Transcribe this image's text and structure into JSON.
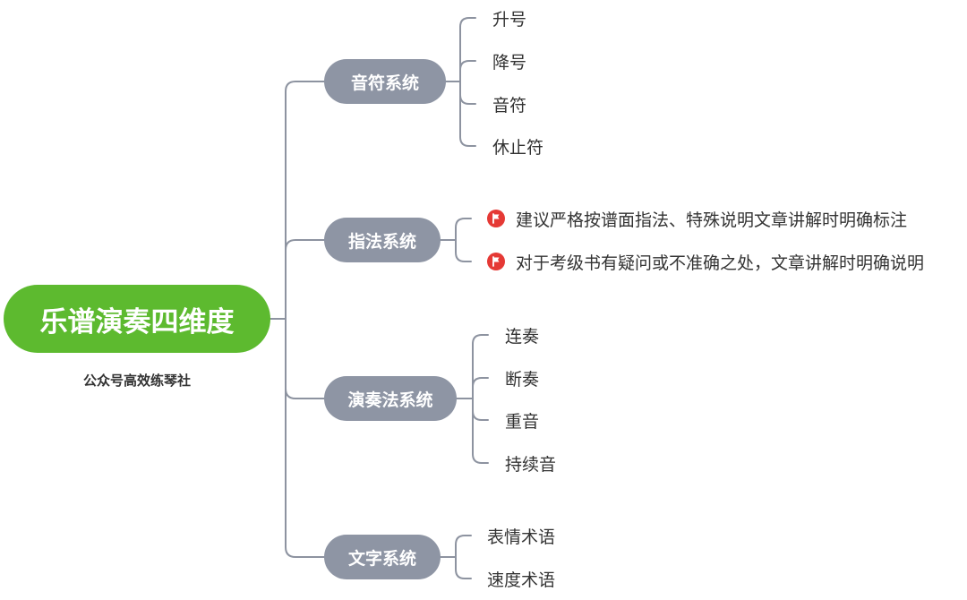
{
  "root": {
    "title": "乐谱演奏四维度",
    "subtitle": "公众号高效练琴社"
  },
  "branches": [
    {
      "label": "音符系统",
      "children": [
        "升号",
        "降号",
        "音符",
        "休止符"
      ]
    },
    {
      "label": "指法系统",
      "children": [
        "建议严格按谱面指法、特殊说明文章讲解时明确标注",
        "对于考级书有疑问或不准确之处，文章讲解时明确说明"
      ]
    },
    {
      "label": "演奏法系统",
      "children": [
        "连奏",
        "断奏",
        "重音",
        "持续音"
      ]
    },
    {
      "label": "文字系统",
      "children": [
        "表情术语",
        "速度术语"
      ]
    }
  ],
  "colors": {
    "root": "#5dba2f",
    "branch": "#8e95a4",
    "connector": "#8d93a0",
    "flag": "#e53935"
  },
  "icons": {
    "note_marker": "flag-icon"
  }
}
